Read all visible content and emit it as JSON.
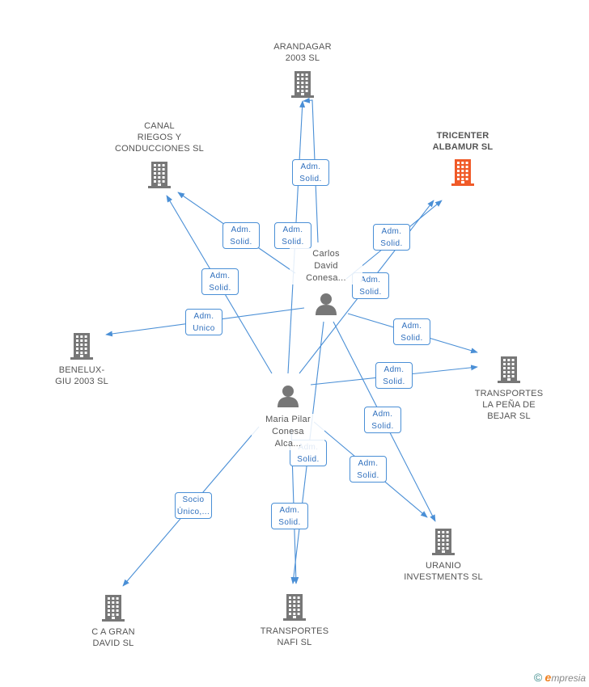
{
  "colors": {
    "edge": "#4a8fd6",
    "node": "#777777",
    "highlight": "#f05a28",
    "person": "#777777"
  },
  "companies": [
    {
      "id": "arandagar",
      "label": "ARANDAGAR\n2003 SL",
      "highlight": false
    },
    {
      "id": "canal",
      "label": "CANAL\nRIEGOS Y\nCONDUCCIONES SL",
      "highlight": false
    },
    {
      "id": "tricenter",
      "label": "TRICENTER\nALBAMUR SL",
      "highlight": true
    },
    {
      "id": "benelux",
      "label": "BENELUX-\nGIU 2003 SL",
      "highlight": false
    },
    {
      "id": "transportes_pena",
      "label": "TRANSPORTES\nLA PEÑA DE\nBEJAR SL",
      "highlight": false
    },
    {
      "id": "uranio",
      "label": "URANIO\nINVESTMENTS SL",
      "highlight": false
    },
    {
      "id": "cagran",
      "label": "C A GRAN\nDAVID SL",
      "highlight": false
    },
    {
      "id": "nafi",
      "label": "TRANSPORTES\nNAFI SL",
      "highlight": false
    }
  ],
  "people": [
    {
      "id": "carlos",
      "label": "Carlos\nDavid\nConesa..."
    },
    {
      "id": "maria",
      "label": "Maria Pilar\nConesa\nAlca..."
    }
  ],
  "edges": [
    {
      "from": "carlos",
      "to": "arandagar",
      "role": "Adm.\nSolid."
    },
    {
      "from": "carlos",
      "to": "canal",
      "role": "Adm.\nSolid."
    },
    {
      "from": "carlos",
      "to": "tricenter",
      "role": "Adm.\nSolid."
    },
    {
      "from": "carlos",
      "to": "benelux",
      "role": "Adm.\nUnico"
    },
    {
      "from": "carlos",
      "to": "transportes_pena",
      "role": "Adm.\nSolid."
    },
    {
      "from": "carlos",
      "to": "uranio",
      "role": "Adm.\nSolid."
    },
    {
      "from": "carlos",
      "to": "nafi",
      "role": "Adm.\nSolid."
    },
    {
      "from": "maria",
      "to": "arandagar",
      "role": "Adm.\nSolid."
    },
    {
      "from": "maria",
      "to": "canal",
      "role": "Adm.\nSolid."
    },
    {
      "from": "maria",
      "to": "tricenter",
      "role": "Adm.\nSolid."
    },
    {
      "from": "maria",
      "to": "transportes_pena",
      "role": "Adm.\nSolid."
    },
    {
      "from": "maria",
      "to": "uranio",
      "role": "Adm.\nSolid."
    },
    {
      "from": "maria",
      "to": "nafi",
      "role": "Adm.\nSolid."
    },
    {
      "from": "maria",
      "to": "cagran",
      "role": "Socio\nÚnico,..."
    }
  ],
  "footer": {
    "copyright_symbol": "©",
    "brand_initial": "e",
    "brand_rest": "mpresia"
  }
}
